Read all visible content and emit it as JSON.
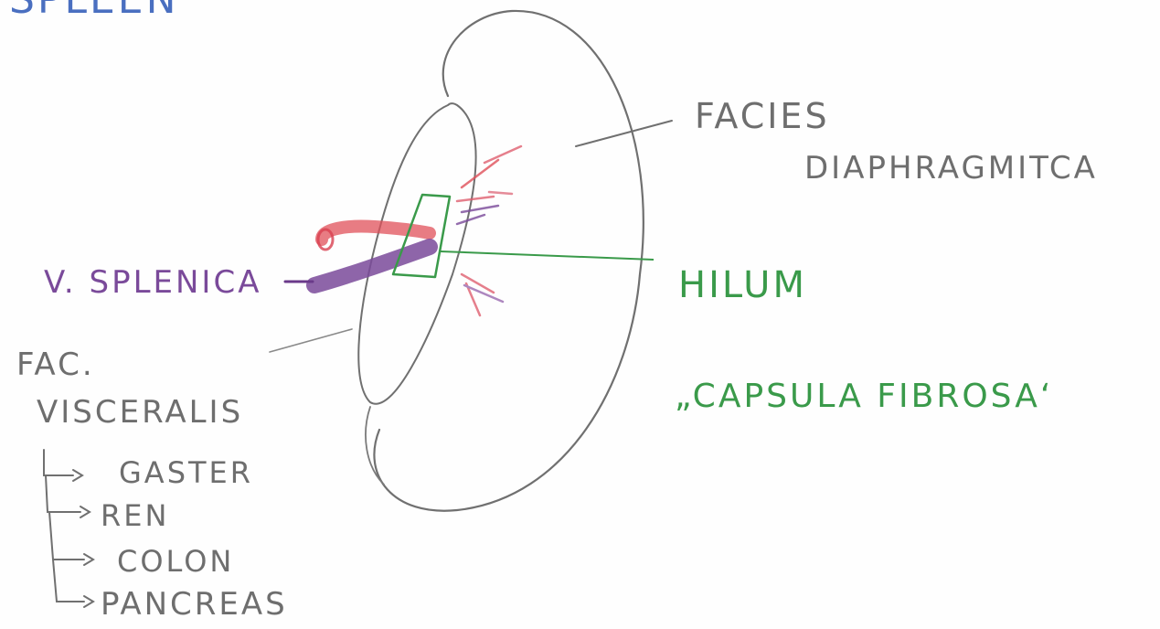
{
  "title": "SPLEEN",
  "labels": {
    "facies_line1": "FACIES",
    "facies_line2": "DIAPHRAGMITCA",
    "hilum": "HILUM",
    "capsula": "„CAPSULA FIBROSA‘",
    "v_splenica": "V. SPLENICA",
    "fac_line1": "FAC.",
    "fac_line2": "VISCERALIS"
  },
  "visceral_list": [
    "GASTER",
    "REN",
    "COLON",
    "PANCREAS"
  ],
  "colors": {
    "pencil": "#6e6e6e",
    "artery": "#e0505a",
    "vein": "#7a4a9a",
    "hilum": "#3a9a4a",
    "title": "#4a6fc0"
  }
}
